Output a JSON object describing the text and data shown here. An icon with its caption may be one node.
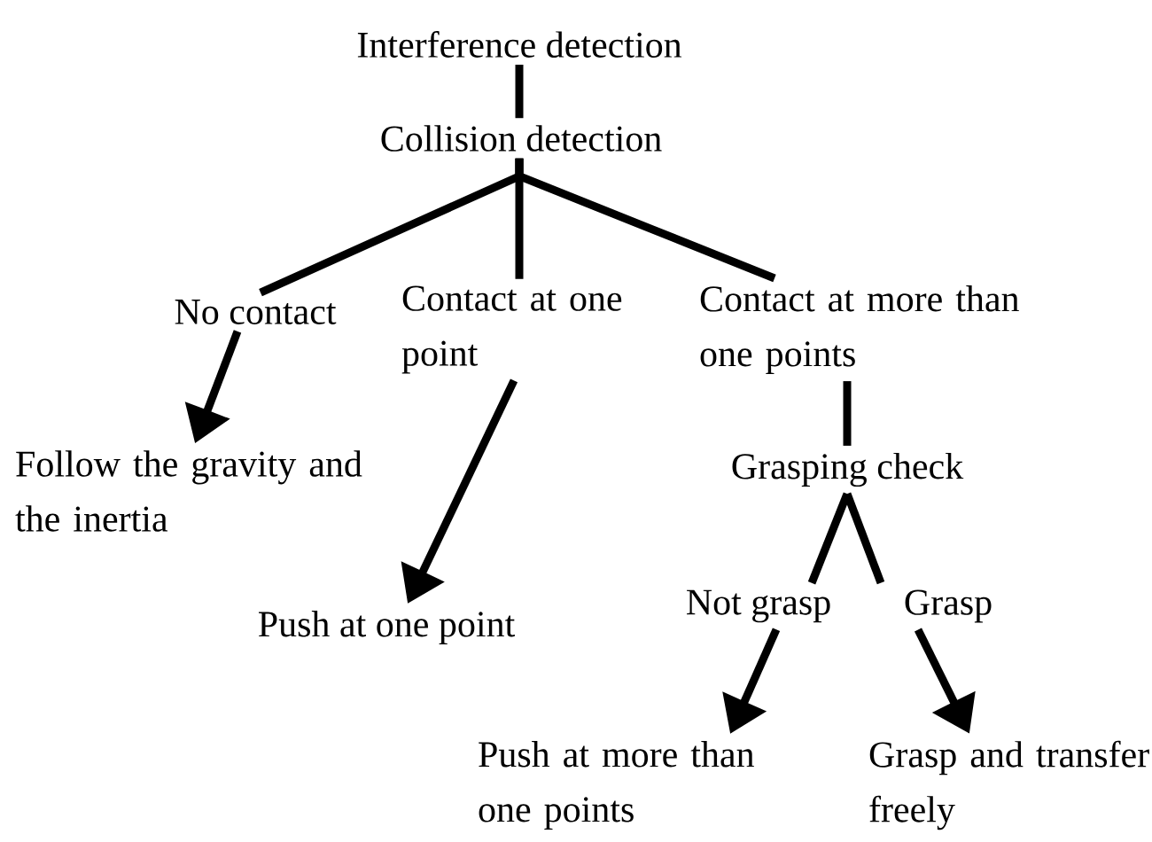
{
  "diagram": {
    "nodes": [
      {
        "text": [
          "Interference detection"
        ]
      },
      {
        "text": [
          "Collision detection"
        ]
      },
      {
        "text": [
          "No contact"
        ]
      },
      {
        "text": [
          "Contact at one point"
        ]
      },
      {
        "text": [
          "Contact at more than one points"
        ]
      },
      {
        "text": [
          "Follow the gravity and the inertia"
        ]
      },
      {
        "text": [
          "Grasping check"
        ]
      },
      {
        "text": [
          "Push at one point"
        ]
      },
      {
        "text": [
          "Not grasp"
        ]
      },
      {
        "text": [
          "Grasp"
        ]
      },
      {
        "text": [
          "Push at more than one points"
        ]
      },
      {
        "text": [
          "Grasp and transfer freely"
        ]
      }
    ],
    "edges": [
      {
        "from": 0,
        "to": 1,
        "arrow": "none"
      },
      {
        "from": 1,
        "to": 2,
        "arrow": "none"
      },
      {
        "from": 1,
        "to": 3,
        "arrow": "none"
      },
      {
        "from": 1,
        "to": 4,
        "arrow": "none"
      },
      {
        "from": 2,
        "to": 5,
        "arrow": "to"
      },
      {
        "from": 3,
        "to": 7,
        "arrow": "to"
      },
      {
        "from": 4,
        "to": 6,
        "arrow": "none"
      },
      {
        "from": 6,
        "to": 8,
        "arrow": "none"
      },
      {
        "from": 6,
        "to": 9,
        "arrow": "none"
      },
      {
        "from": 8,
        "to": 10,
        "arrow": "to"
      },
      {
        "from": 9,
        "to": 11,
        "arrow": "to"
      }
    ]
  }
}
